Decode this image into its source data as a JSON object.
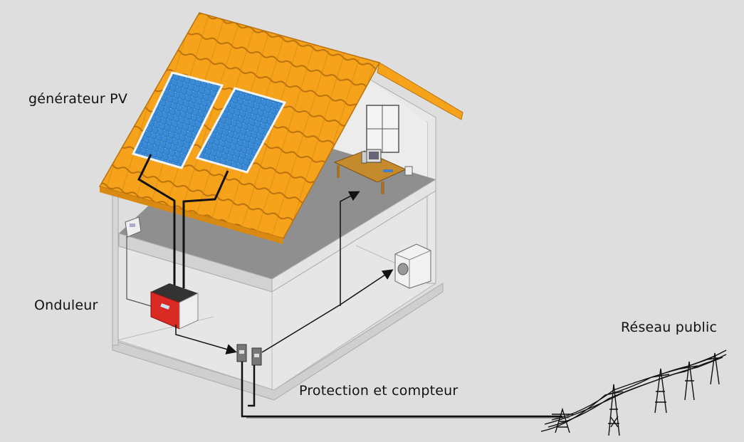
{
  "labels": {
    "generator": "générateur PV",
    "inverter": "Onduleur",
    "grid": "Réseau public",
    "meter": "Protection et compteur"
  },
  "colors": {
    "roof": "#f7a21b",
    "roof_shadow": "#c97a0e",
    "panel": "#2a78c4",
    "inverter": "#d92a24",
    "floor": "#8f8f8f",
    "wall": "#ececec",
    "background": "#dedede"
  }
}
